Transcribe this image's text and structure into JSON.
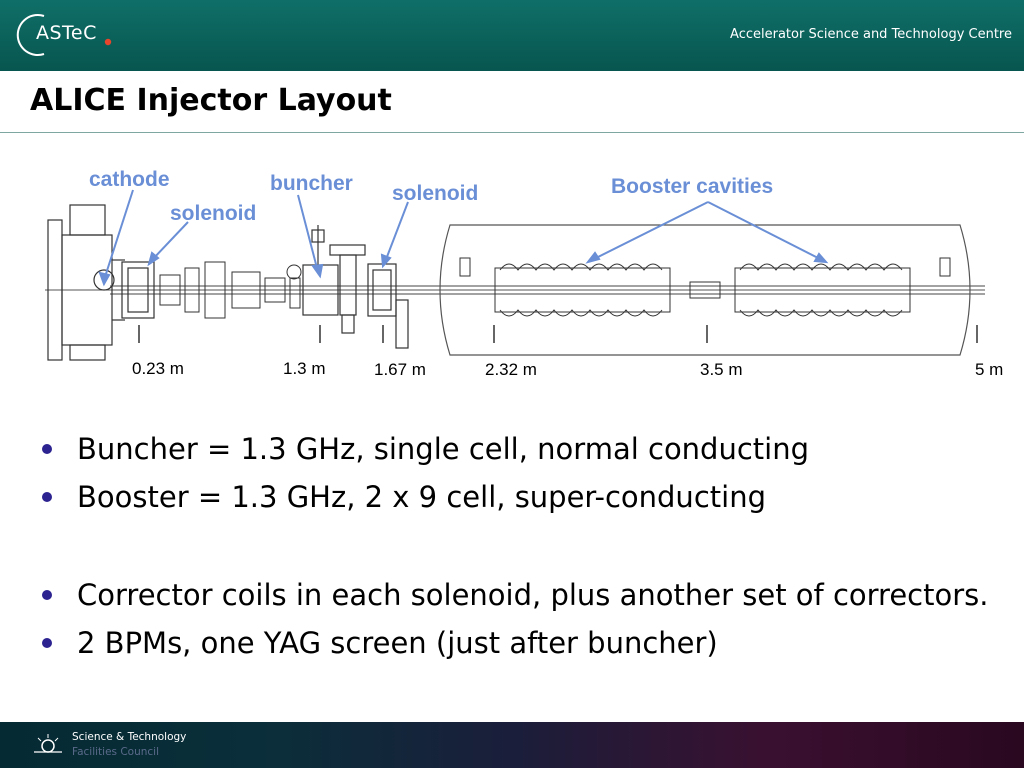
{
  "header": {
    "logo_text": "ASTeC",
    "org_title": "Accelerator Science and Technology Centre"
  },
  "slide": {
    "title": "ALICE Injector Layout"
  },
  "diagram": {
    "callouts": {
      "cathode": "cathode",
      "solenoid_1": "solenoid",
      "buncher": "buncher",
      "solenoid_2": "solenoid",
      "booster": "Booster cavities"
    },
    "distances": [
      "0.23 m",
      "1.3 m",
      "1.67 m",
      "2.32 m",
      "3.5 m",
      "5 m"
    ],
    "callout_color": "#6a8fd6"
  },
  "bullets": [
    "Buncher = 1.3 GHz, single cell, normal conducting",
    "Booster = 1.3 GHz, 2 x 9 cell, super-conducting",
    "Corrector coils in each solenoid, plus another set of correctors.",
    "2 BPMs, one YAG screen (just after buncher)"
  ],
  "footer": {
    "line1": "Science & Technology",
    "line2": "Facilities Council"
  },
  "colors": {
    "header_bg": "#07564f",
    "bullet_dot": "#2c2290"
  }
}
